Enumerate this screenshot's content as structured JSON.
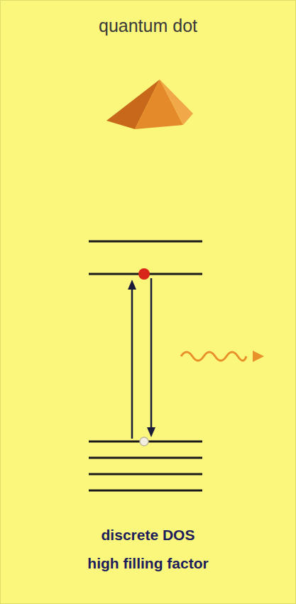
{
  "diagram": {
    "title": "quantum dot",
    "labels": [
      "discrete DOS",
      "high filling factor"
    ]
  }
}
